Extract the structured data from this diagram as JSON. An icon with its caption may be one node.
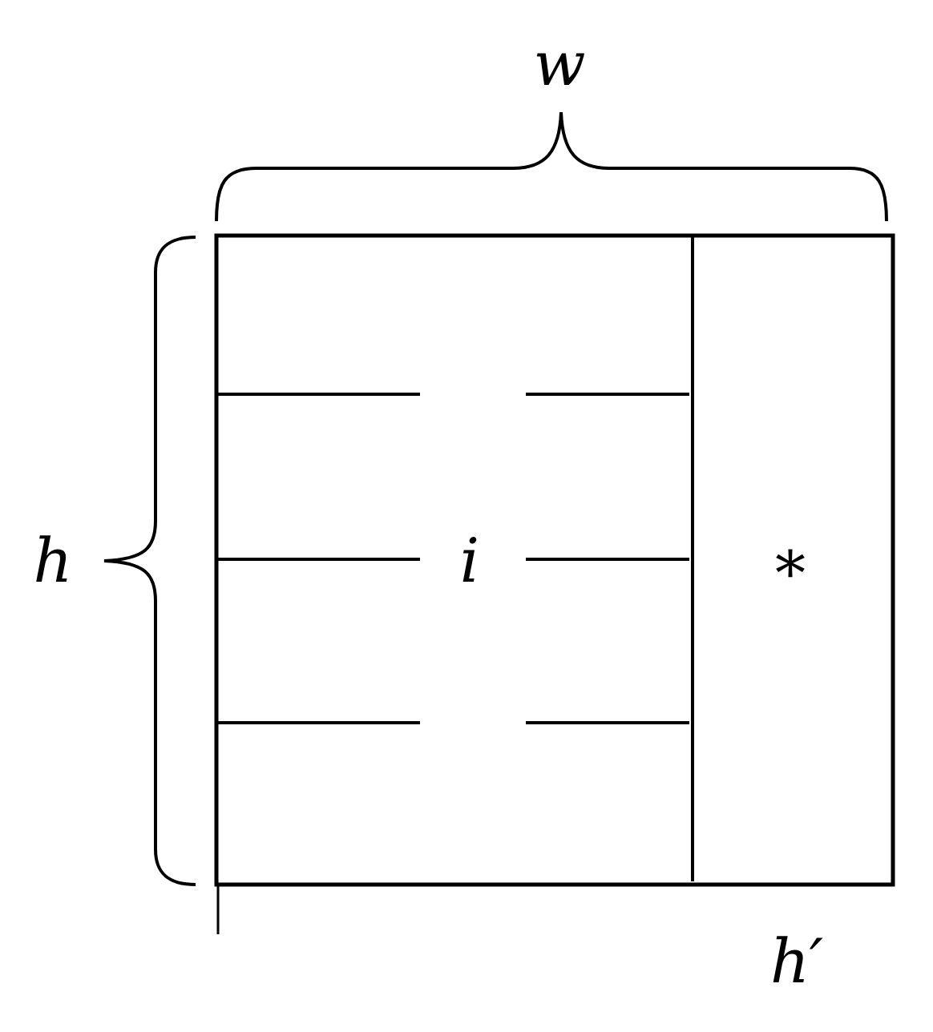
{
  "diagram": {
    "labels": [
      "w",
      "h",
      "i",
      "*",
      "h′"
    ]
  }
}
